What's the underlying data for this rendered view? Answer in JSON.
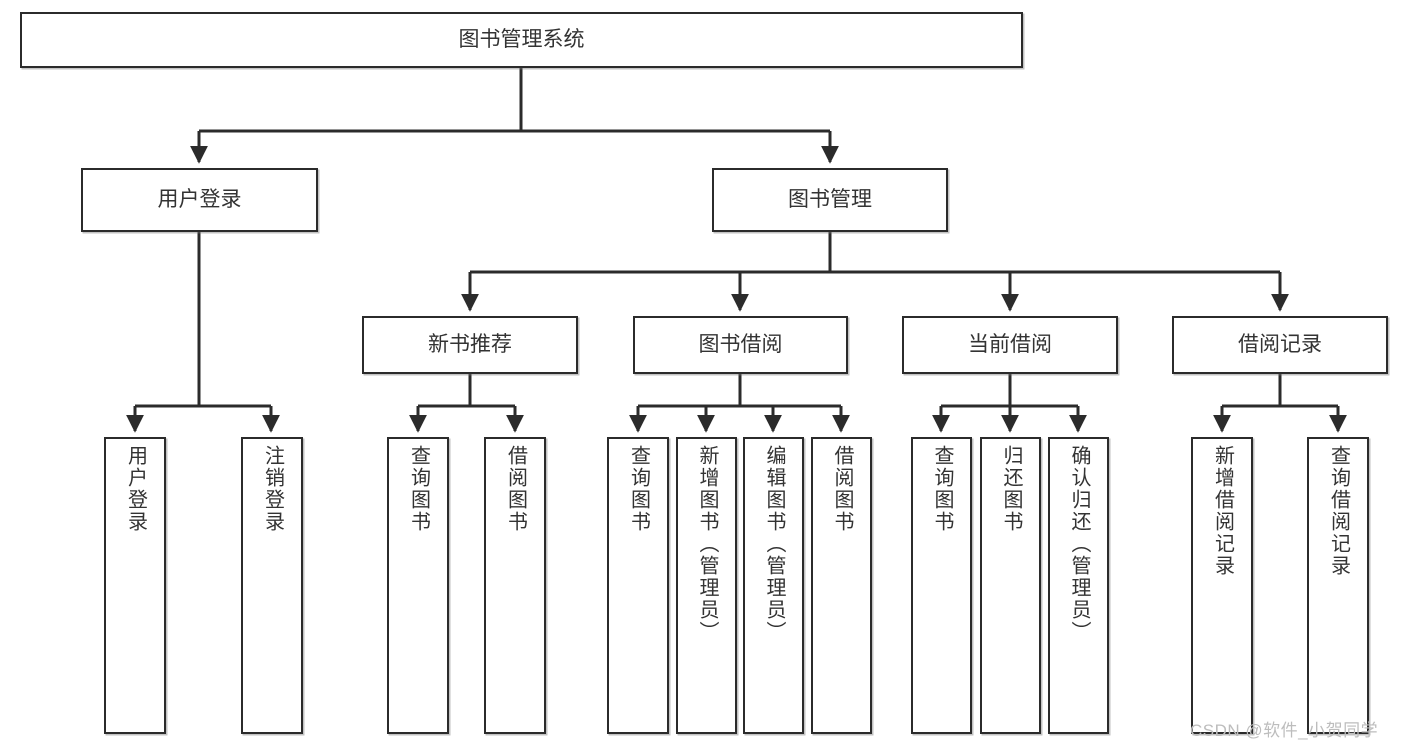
{
  "diagram": {
    "title": "图书管理系统",
    "type": "tree-hierarchy-chart",
    "root": {
      "id": "root",
      "label": "图书管理系统"
    },
    "level2": [
      {
        "id": "user-login",
        "label": "用户登录"
      },
      {
        "id": "book-manage",
        "label": "图书管理"
      }
    ],
    "level3": [
      {
        "id": "new-book-rec",
        "label": "新书推荐",
        "parent": "book-manage"
      },
      {
        "id": "book-borrow",
        "label": "图书借阅",
        "parent": "book-manage"
      },
      {
        "id": "current-borrow",
        "label": "当前借阅",
        "parent": "book-manage"
      },
      {
        "id": "borrow-record",
        "label": "借阅记录",
        "parent": "book-manage"
      }
    ],
    "leaves": [
      {
        "id": "leaf-user-login",
        "label": "用户登录",
        "parent": "user-login"
      },
      {
        "id": "leaf-logout",
        "label": "注销登录",
        "parent": "user-login"
      },
      {
        "id": "leaf-query-book-1",
        "label": "查询图书",
        "parent": "new-book-rec"
      },
      {
        "id": "leaf-borrow-book-1",
        "label": "借阅图书",
        "parent": "new-book-rec"
      },
      {
        "id": "leaf-query-book-2",
        "label": "查询图书",
        "parent": "book-borrow"
      },
      {
        "id": "leaf-add-book",
        "label": "新增图书（管理员）",
        "parent": "book-borrow"
      },
      {
        "id": "leaf-edit-book",
        "label": "编辑图书（管理员）",
        "parent": "book-borrow"
      },
      {
        "id": "leaf-borrow-book-2",
        "label": "借阅图书",
        "parent": "book-borrow"
      },
      {
        "id": "leaf-query-book-3",
        "label": "查询图书",
        "parent": "current-borrow"
      },
      {
        "id": "leaf-return-book",
        "label": "归还图书",
        "parent": "current-borrow"
      },
      {
        "id": "leaf-confirm-return",
        "label": "确认归还（管理员）",
        "parent": "current-borrow"
      },
      {
        "id": "leaf-add-record",
        "label": "新增借阅记录",
        "parent": "borrow-record"
      },
      {
        "id": "leaf-query-record",
        "label": "查询借阅记录",
        "parent": "borrow-record"
      }
    ],
    "watermark": "CSDN @软件_小贺同学",
    "colors": {
      "stroke": "#2b2b2b",
      "text": "#333333",
      "background": "#ffffff",
      "watermark": "#bdbdbd"
    }
  }
}
